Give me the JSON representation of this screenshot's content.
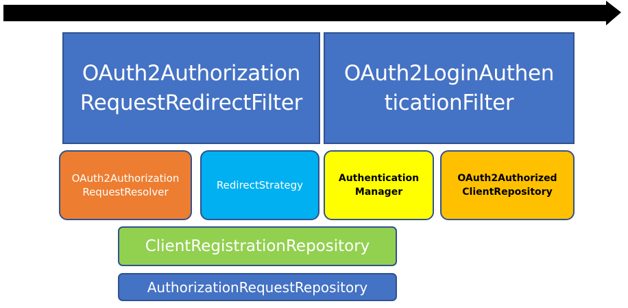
{
  "colors": {
    "filter_fill": "#4472c4",
    "filter_border": "#2f528f",
    "resolver_fill": "#ed7d31",
    "redirect_strategy_fill": "#00b0f0",
    "auth_manager_fill": "#ffff00",
    "client_repo_fill": "#ffc000",
    "client_registration_fill": "#92d050",
    "auth_request_repo_fill": "#4472c4",
    "arrow_fill": "#000000"
  },
  "filters": {
    "redirect_filter": "OAuth2Authorization\nRequestRedirectFilter",
    "login_filter": "OAuth2LoginAuthen\nticationFilter"
  },
  "components": {
    "resolver": "OAuth2Authorization\nRequestResolver",
    "redirect_strategy": "RedirectStrategy",
    "auth_manager": "Authentication\nManager",
    "client_repo": "OAuth2Authorized\nClientRepository"
  },
  "repositories": {
    "client_registration": "ClientRegistrationRepository",
    "auth_request": "AuthorizationRequestRepository"
  }
}
